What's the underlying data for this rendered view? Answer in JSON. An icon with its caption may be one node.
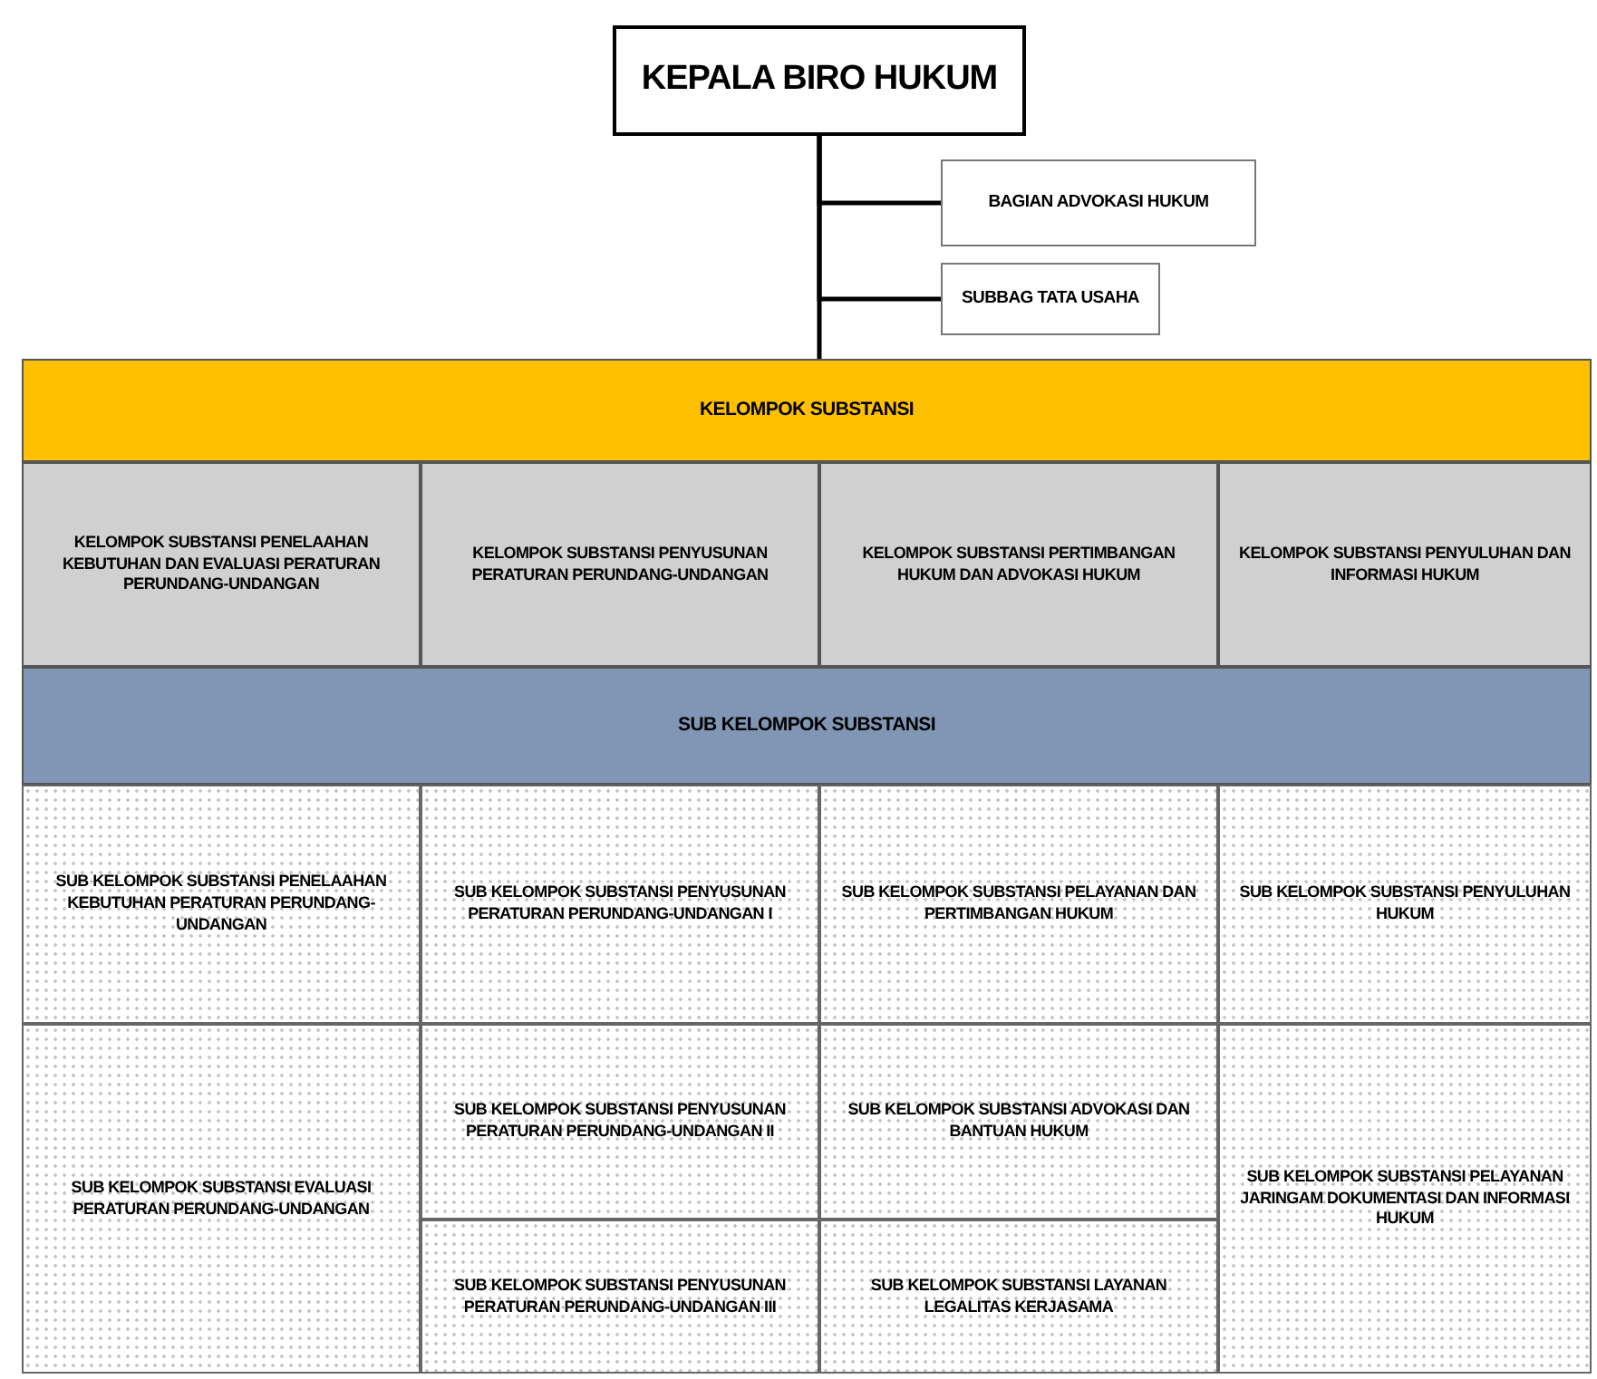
{
  "diagram": {
    "nodes": [
      {
        "text": [
          "KEPALA BIRO HUKUM"
        ]
      },
      {
        "text": [
          "BAGIAN ADVOKASI HUKUM"
        ]
      },
      {
        "text": [
          "SUBBAG TATA USAHA"
        ]
      },
      {
        "text": [
          "KELOMPOK SUBSTANSI"
        ]
      },
      {
        "text": [
          "KELOMPOK SUBSTANSI PENELAAHAN KEBUTUHAN DAN EVALUASI PERATURAN PERUNDANG-UNDANGAN"
        ]
      },
      {
        "text": [
          "KELOMPOK SUBSTANSI PENYUSUNAN PERATURAN PERUNDANG-UNDANGAN"
        ]
      },
      {
        "text": [
          "KELOMPOK SUBSTANSI PERTIMBANGAN HUKUM DAN ADVOKASI HUKUM"
        ]
      },
      {
        "text": [
          "KELOMPOK SUBSTANSI PENYULUHAN DAN INFORMASI HUKUM"
        ]
      },
      {
        "text": [
          "SUB KELOMPOK SUBSTANSI"
        ]
      },
      {
        "text": [
          "SUB KELOMPOK SUBSTANSI PENELAAHAN KEBUTUHAN PERATURAN PERUNDANG-UNDANGAN"
        ]
      },
      {
        "text": [
          "SUB KELOMPOK SUBSTANSI PENYUSUNAN PERATURAN PERUNDANG-UNDANGAN I"
        ]
      },
      {
        "text": [
          "SUB KELOMPOK SUBSTANSI PELAYANAN DAN PERTIMBANGAN HUKUM"
        ]
      },
      {
        "text": [
          "SUB KELOMPOK SUBSTANSI PENYULUHAN HUKUM"
        ]
      },
      {
        "text": [
          "SUB KELOMPOK SUBSTANSI EVALUASI PERATURAN PERUNDANG-UNDANGAN"
        ]
      },
      {
        "text": [
          "SUB KELOMPOK SUBSTANSI PENYUSUNAN PERATURAN PERUNDANG-UNDANGAN II"
        ]
      },
      {
        "text": [
          "SUB KELOMPOK SUBSTANSI ADVOKASI DAN BANTUAN HUKUM"
        ]
      },
      {
        "text": [
          "SUB KELOMPOK SUBSTANSI PELAYANAN JARINGAM DOKUMENTASI DAN INFORMASI HUKUM"
        ]
      },
      {
        "text": [
          "SUB KELOMPOK SUBSTANSI PENYUSUNAN PERATURAN PERUNDANG-UNDANGAN III"
        ]
      },
      {
        "text": [
          "SUB KELOMPOK SUBSTANSI LAYANAN LEGALITAS KERJASAMA"
        ]
      }
    ],
    "edges": [
      {
        "from": 0,
        "to": 1,
        "arrow": "none"
      },
      {
        "from": 0,
        "to": 2,
        "arrow": "none"
      },
      {
        "from": 0,
        "to": 3,
        "arrow": "none"
      }
    ]
  }
}
